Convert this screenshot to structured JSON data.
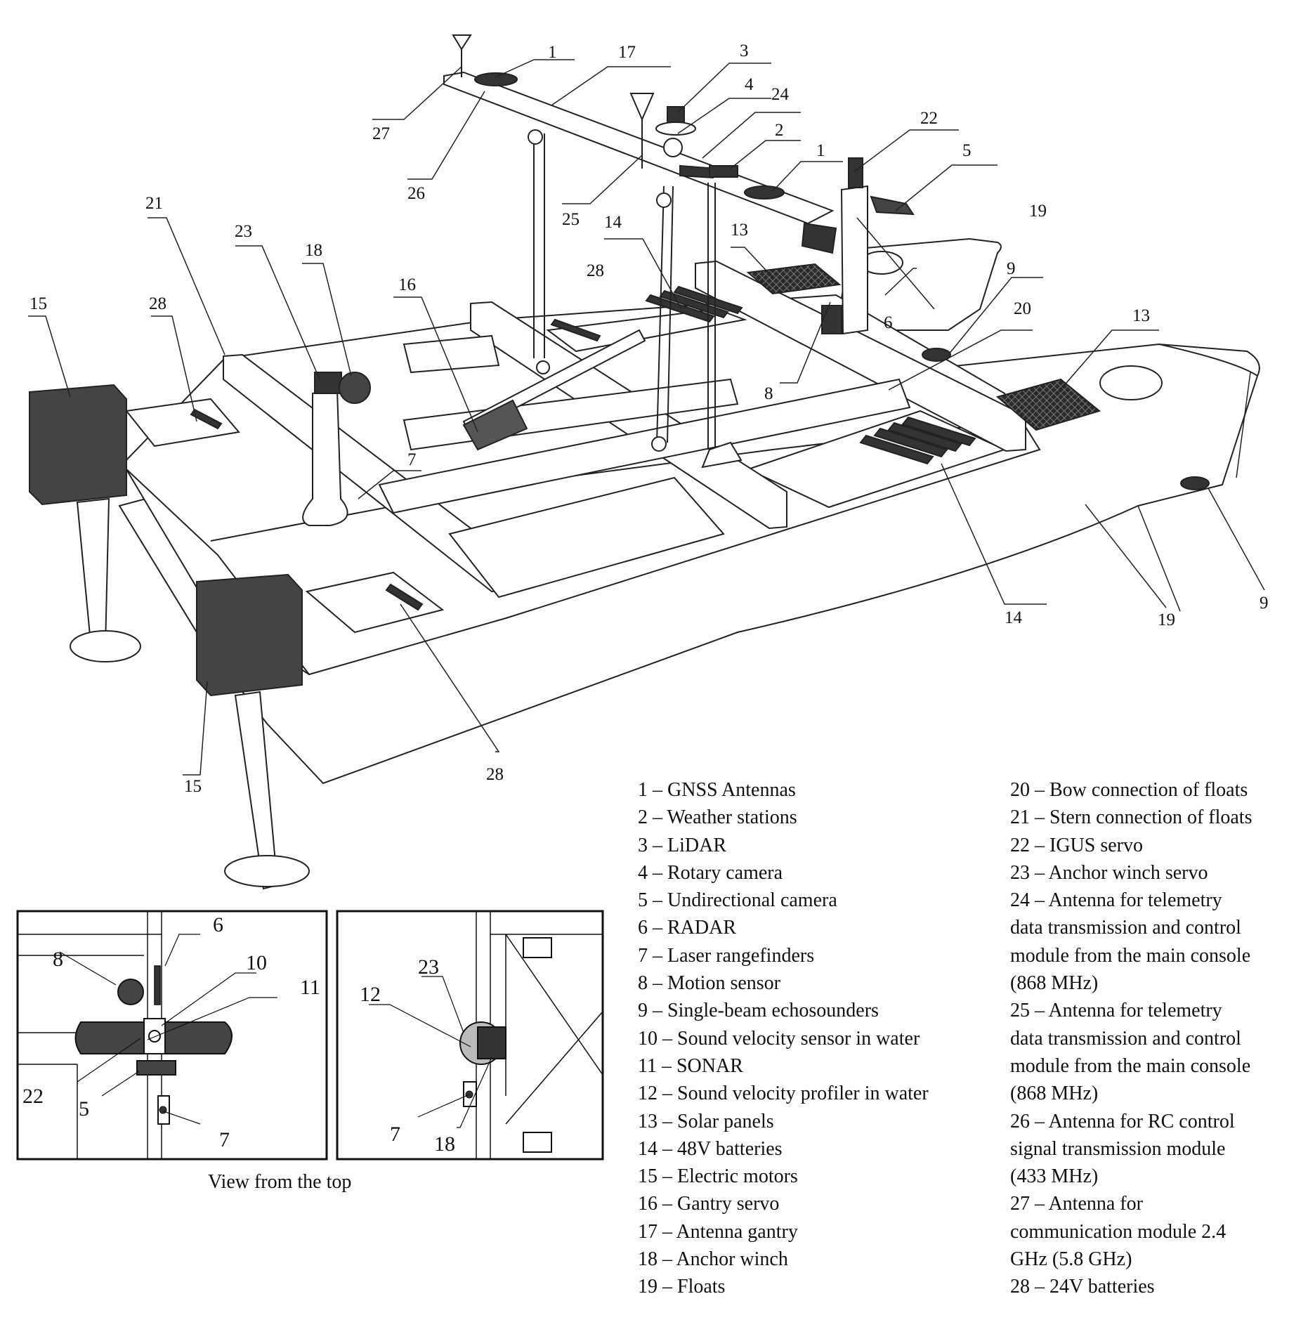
{
  "callouts": {
    "c1_top": "1",
    "c17": "17",
    "c3": "3",
    "c4": "4",
    "c24": "24",
    "c2": "2",
    "c22_top": "22",
    "c1_right": "1",
    "c5_top": "5",
    "c27": "27",
    "c26": "26",
    "c25": "25",
    "c14_top": "14",
    "c13_top": "13",
    "c28_mid": "28",
    "c19_top": "19",
    "c9_top": "9",
    "c6_top": "6",
    "c20": "20",
    "c13_right": "13",
    "c8_top": "8",
    "c21": "21",
    "c23_top": "23",
    "c18_top": "18",
    "c16": "16",
    "c15_left": "15",
    "c28_left": "28",
    "c7_top": "7",
    "c14_bottom": "14",
    "c19_bottom": "19",
    "c9_bottom": "9",
    "c15_bottom": "15",
    "c28_bottom": "28",
    "inset1_6": "6",
    "inset1_10": "10",
    "inset1_8": "8",
    "inset1_11": "11",
    "inset1_22": "22",
    "inset1_5": "5",
    "inset1_7": "7",
    "inset2_23": "23",
    "inset2_12": "12",
    "inset2_7": "7",
    "inset2_18": "18"
  },
  "caption": "View from the top",
  "legend_left": [
    "1 – GNSS Antennas",
    "2 – Weather stations",
    "3 – LiDAR",
    "4 – Rotary camera",
    "5 – Undirectional camera",
    "6 – RADAR",
    "7 – Laser rangefinders",
    "8 – Motion sensor",
    "9 – Single-beam echosounders",
    "10 – Sound velocity sensor in water",
    "11 – SONAR",
    "12 – Sound velocity profiler in water",
    "13 – Solar panels",
    "14 – 48V batteries",
    "15 – Electric motors",
    "16 – Gantry servo",
    "17 – Antenna gantry",
    "18 – Anchor winch",
    "19 – Floats"
  ],
  "legend_right": [
    "20 – Bow connection of floats",
    "21 – Stern connection of floats",
    "22 – IGUS servo",
    "23 – Anchor winch servo",
    "24 – Antenna for telemetry",
    "data transmission and control",
    "module from the main console",
    "(868 MHz)",
    "25 – Antenna for telemetry",
    "data transmission and control",
    "module from the main console",
    "(868 MHz)",
    "26 – Antenna for RC control",
    "signal transmission module",
    "(433 MHz)",
    "27 – Antenna for",
    "communication module 2.4",
    "GHz (5.8 GHz)",
    "28 – 24V batteries"
  ]
}
